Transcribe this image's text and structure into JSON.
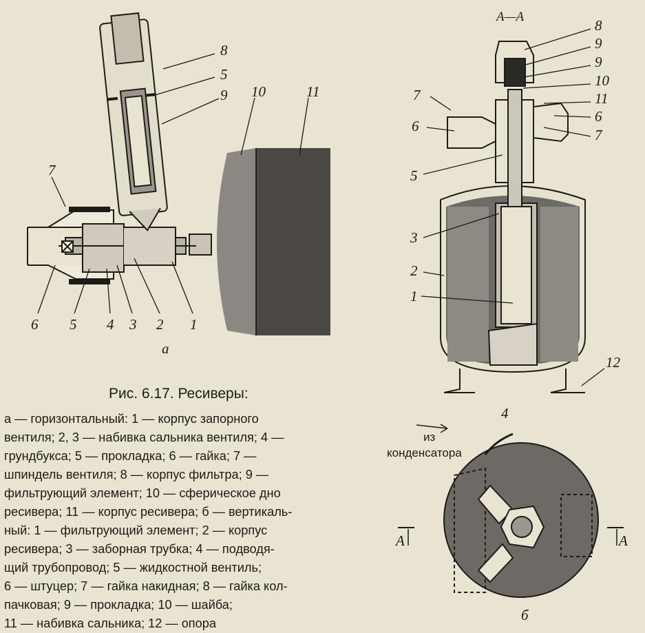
{
  "figure": {
    "section_label": "А—А",
    "sub_a": "а",
    "sub_b": "б",
    "inlet_note_line1": "из",
    "inlet_note_line2": "конденсатора",
    "cut_left": "А",
    "cut_right": "А",
    "labels_a": [
      "8",
      "5",
      "9",
      "10",
      "11",
      "7",
      "6",
      "5",
      "4",
      "3",
      "2",
      "1"
    ],
    "labels_vertical": [
      "8",
      "9",
      "9",
      "10",
      "11",
      "7",
      "6",
      "6",
      "7",
      "5",
      "3",
      "2",
      "1",
      "12"
    ],
    "label_b_pipe": "4"
  },
  "caption": {
    "title": "Рис. 6.17. Ресиверы:",
    "lines": [
      "а — горизонтальный: 1 — корпус запорного",
      "вентиля; 2, 3 — набивка сальника вентиля; 4 —",
      "грундбукса; 5 — прокладка; 6 — гайка; 7 —",
      "шпиндель вентиля; 8 — корпус фильтра; 9 —",
      "фильтрующий элемент; 10 — сферическое дно",
      "ресивера; 11 — корпус ресивера; б — вертикаль-",
      "ный: 1 — фильтрующий элемент; 2 — корпус",
      "ресивера; 3 — заборная трубка; 4 — подводя-",
      "щий трубопровод; 5 — жидкостной вентиль;",
      "6 — штуцер; 7 — гайка накидная; 8 — гайка кол-",
      "пачковая; 9 — прокладка; 10 — шайба;",
      "11 — набивка сальника; 12 — опора"
    ]
  }
}
